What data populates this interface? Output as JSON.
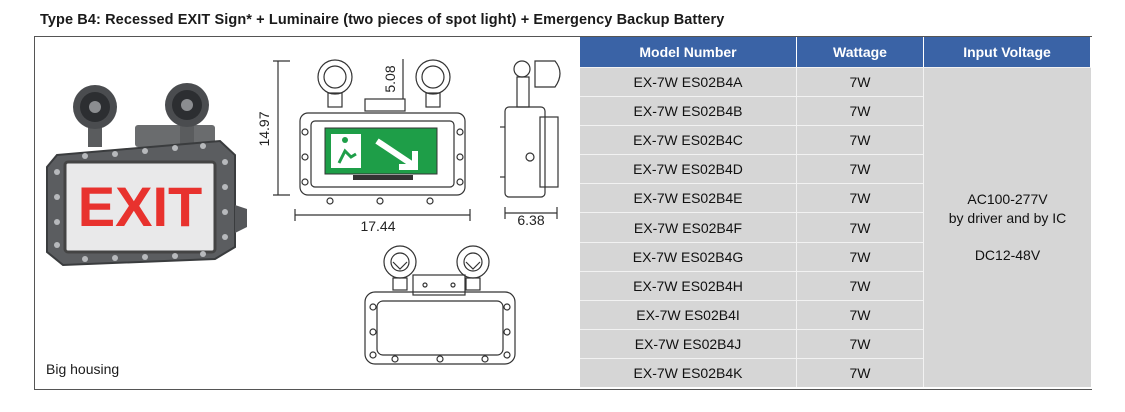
{
  "title": "Type B4: Recessed EXIT Sign* + Luminaire (two pieces of spot light) + Emergency Backup Battery",
  "product_caption": "Big housing",
  "sign_text": "EXIT",
  "dimensions": {
    "height": "14.97",
    "lamp_offset": "5.08",
    "width": "17.44",
    "depth": "6.38"
  },
  "table": {
    "headers": [
      "Model Number",
      "Wattage",
      "Input Voltage"
    ],
    "rows": [
      {
        "model": "EX-7W ES02B4A",
        "wattage": "7W"
      },
      {
        "model": "EX-7W ES02B4B",
        "wattage": "7W"
      },
      {
        "model": "EX-7W ES02B4C",
        "wattage": "7W"
      },
      {
        "model": "EX-7W ES02B4D",
        "wattage": "7W"
      },
      {
        "model": "EX-7W ES02B4E",
        "wattage": "7W"
      },
      {
        "model": "EX-7W ES02B4F",
        "wattage": "7W"
      },
      {
        "model": "EX-7W ES02B4G",
        "wattage": "7W"
      },
      {
        "model": "EX-7W ES02B4H",
        "wattage": "7W"
      },
      {
        "model": "EX-7W ES02B4I",
        "wattage": "7W"
      },
      {
        "model": "EX-7W ES02B4J",
        "wattage": "7W"
      },
      {
        "model": "EX-7W ES02B4K",
        "wattage": "7W"
      }
    ],
    "input_voltage": {
      "line1": "AC100-277V",
      "line2": "by driver and by IC",
      "line3": "DC12-48V"
    }
  },
  "colors": {
    "header_blue": "#3a63a6",
    "cell_gray": "#d6d6d6",
    "exit_red": "#e8322e",
    "sign_green": "#1e9e48"
  }
}
